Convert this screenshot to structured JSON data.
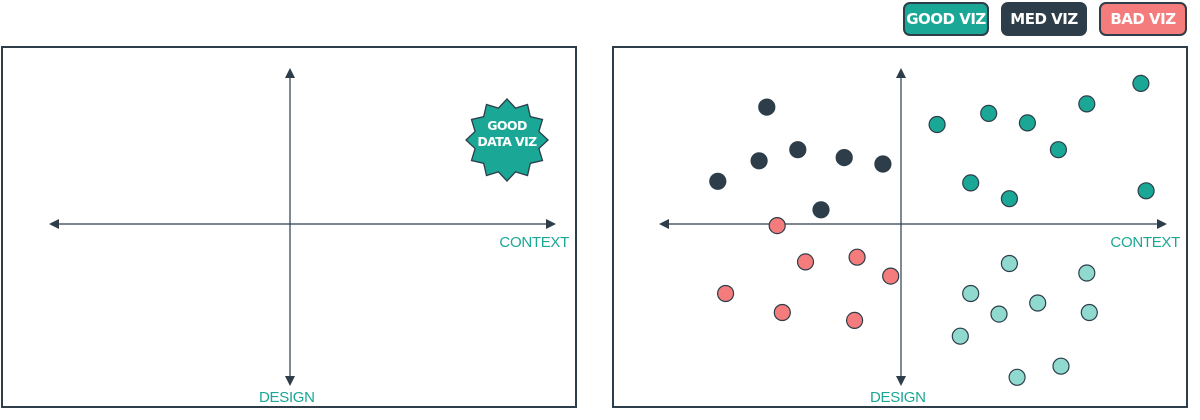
{
  "legend": {
    "items": [
      {
        "label": "GOOD VIZ",
        "color": "#1aa795"
      },
      {
        "label": "MED VIZ",
        "color": "#2d3d49"
      },
      {
        "label": "BAD VIZ",
        "color": "#f47c7c"
      }
    ]
  },
  "left_panel": {
    "x_axis_label": "CONTEXT",
    "y_axis_label": "DESIGN",
    "badge": {
      "line1": "GOOD",
      "line2": "DATA VIZ",
      "color": "#1aa795"
    }
  },
  "right_panel": {
    "x_axis_label": "CONTEXT",
    "y_axis_label": "DESIGN"
  },
  "colors": {
    "axis": "#2d3d49",
    "label": "#1aa795",
    "good": "#1aa795",
    "med": "#2d3d49",
    "bad": "#f47c7c",
    "light_good": "#8fd9cf"
  },
  "chart_data": {
    "type": "scatter",
    "xlim": [
      -1,
      1
    ],
    "ylim": [
      -1,
      1
    ],
    "grid": false,
    "legend_position": "top-right",
    "series": [
      {
        "name": "GOOD VIZ",
        "color": "#1aa795",
        "points": [
          [
            0.93,
            0.89
          ],
          [
            0.72,
            0.76
          ],
          [
            0.34,
            0.7
          ],
          [
            0.49,
            0.64
          ],
          [
            0.14,
            0.63
          ],
          [
            0.61,
            0.47
          ],
          [
            0.27,
            0.26
          ],
          [
            0.42,
            0.16
          ],
          [
            0.95,
            0.21
          ]
        ]
      },
      {
        "name": "MED VIZ",
        "color": "#2d3d49",
        "points": [
          [
            -0.52,
            0.74
          ],
          [
            -0.4,
            0.47
          ],
          [
            -0.55,
            0.4
          ],
          [
            -0.22,
            0.42
          ],
          [
            -0.07,
            0.38
          ],
          [
            -0.71,
            0.27
          ],
          [
            -0.31,
            0.09
          ]
        ]
      },
      {
        "name": "BAD VIZ",
        "color": "#f47c7c",
        "points": [
          [
            -0.48,
            -0.01
          ],
          [
            -0.37,
            -0.24
          ],
          [
            -0.17,
            -0.21
          ],
          [
            -0.04,
            -0.33
          ],
          [
            -0.68,
            -0.44
          ],
          [
            -0.46,
            -0.56
          ],
          [
            -0.18,
            -0.61
          ]
        ]
      },
      {
        "color": "#8fd9cf",
        "points": [
          [
            0.42,
            -0.25
          ],
          [
            0.72,
            -0.31
          ],
          [
            0.27,
            -0.44
          ],
          [
            0.53,
            -0.5
          ],
          [
            0.38,
            -0.57
          ],
          [
            0.73,
            -0.56
          ],
          [
            0.23,
            -0.71
          ],
          [
            0.62,
            -0.9
          ],
          [
            0.45,
            -0.97
          ]
        ]
      }
    ]
  }
}
